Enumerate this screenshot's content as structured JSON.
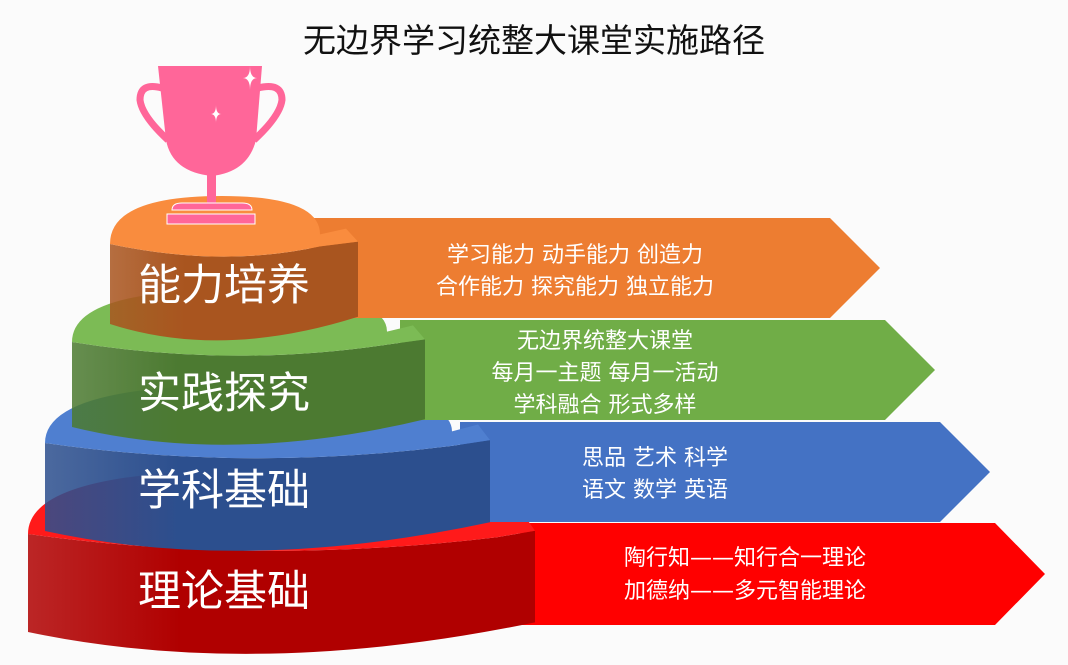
{
  "title": "无边界学习统整大课堂实施路径",
  "tiers": [
    {
      "label": "能力培养",
      "top": "#f98c3e",
      "side": "#a9551f",
      "arrow": "#ed7d31",
      "lines": [
        "学习能力  动手能力  创造力",
        "合作能力  探究能力  独立能力"
      ]
    },
    {
      "label": "实践探究",
      "top": "#7cbb55",
      "side": "#4c7a31",
      "arrow": "#70ad47",
      "lines": [
        "无边界统整大课堂",
        "每月一主题  每月一活动",
        "学科融合  形式多样"
      ]
    },
    {
      "label": "学科基础",
      "top": "#4f7fd0",
      "side": "#2c4f8e",
      "arrow": "#4472c4",
      "lines": [
        "思品  艺术  科学",
        "语文  数学  英语"
      ]
    },
    {
      "label": "理论基础",
      "top": "#ff1a1a",
      "side": "#b00000",
      "arrow": "#ff0000",
      "lines": [
        "陶行知——知行合一理论",
        "加德纳——多元智能理论"
      ]
    }
  ],
  "trophy": {
    "icon": "trophy-icon",
    "color": "#ff6699"
  }
}
